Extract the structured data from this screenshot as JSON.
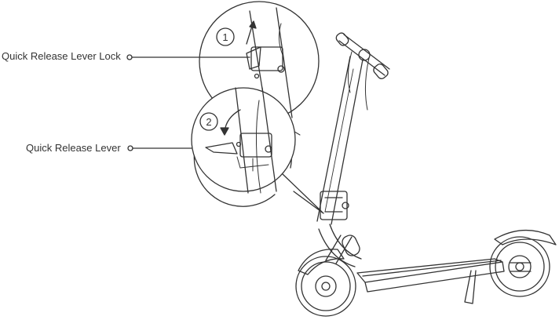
{
  "labels": {
    "lever_lock": "Quick Release Lever Lock",
    "lever": "Quick Release Lever"
  },
  "steps": {
    "step1": "1",
    "step2": "2"
  },
  "colors": {
    "line": "#333333",
    "background": "#ffffff"
  }
}
